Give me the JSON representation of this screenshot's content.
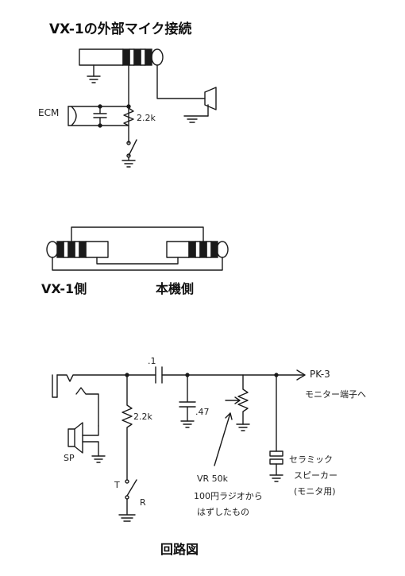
{
  "title1": "VX-1の外部マイク接続",
  "label_ecm": "ECM",
  "label_r1": "2.2k",
  "label_vx1_side": "VX-1側",
  "label_main_side": "本機側",
  "label_c1": ".1",
  "label_c2": ".47",
  "label_pk3": "PK-3",
  "label_monitor": "モニター端子へ",
  "label_r2": "2.2k",
  "label_sp": "SP",
  "label_t": "T",
  "label_r": "R",
  "label_vr1": "VR 50k",
  "label_vr2": "100円ラジオから",
  "label_vr3": "はずしたもの",
  "label_ceramic1": "セラミック",
  "label_ceramic2": "スピーカー",
  "label_ceramic3": "(モニタ用)",
  "title2": "回路図"
}
